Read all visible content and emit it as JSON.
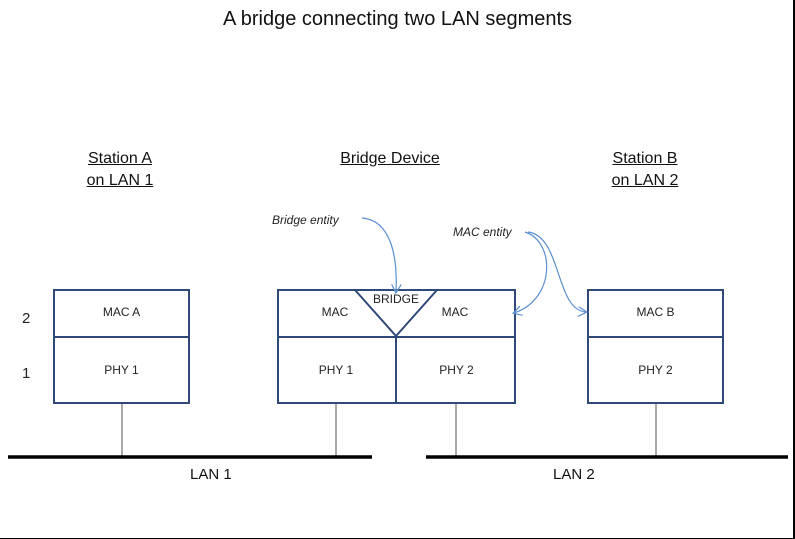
{
  "title": "A bridge connecting two LAN segments",
  "columns": {
    "station_a": {
      "line1": "Station A",
      "line2": "on LAN 1"
    },
    "bridge": {
      "line1": "Bridge Device"
    },
    "station_b": {
      "line1": "Station B",
      "line2": "on LAN 2"
    }
  },
  "layers": {
    "upper": "2",
    "lower": "1"
  },
  "station_a_stack": {
    "mac": "MAC A",
    "phy": "PHY 1"
  },
  "bridge_stack": {
    "mac_left": "MAC",
    "bridge": "BRIDGE",
    "mac_right": "MAC",
    "phy_left": "PHY 1",
    "phy_right": "PHY 2"
  },
  "station_b_stack": {
    "mac": "MAC B",
    "phy": "PHY 2"
  },
  "annotations": {
    "bridge_entity": "Bridge entity",
    "mac_entity": "MAC entity"
  },
  "lans": {
    "lan1": "LAN 1",
    "lan2": "LAN 2"
  },
  "colors": {
    "box_border": "#2f4a78",
    "arrow": "#5b8fd0",
    "bus": "#000000"
  }
}
